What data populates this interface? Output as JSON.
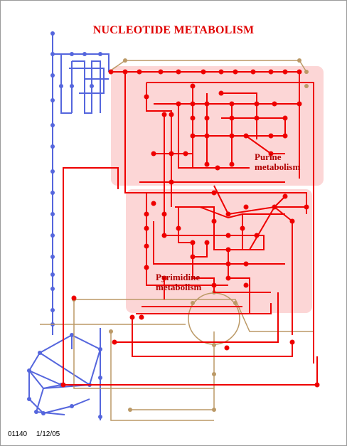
{
  "map": {
    "title": "NUCLEOTIDE METABOLISM",
    "regions": {
      "purine": {
        "label_line1": "Purine",
        "label_line2": "metabolism"
      },
      "pyrimidine": {
        "label_line1": "Pyrimidine",
        "label_line2": "metabolism"
      }
    },
    "footer": {
      "map_id": "01140",
      "date": "1/12/05"
    }
  },
  "colors": {
    "purine_region_fill": "#fcd6d6",
    "main_pathway": "#ee0000",
    "carbohydrate_pathway": "#5566dd",
    "amino_acid_pathway": "#bb9966",
    "frame_border": "#9a9a9a"
  }
}
